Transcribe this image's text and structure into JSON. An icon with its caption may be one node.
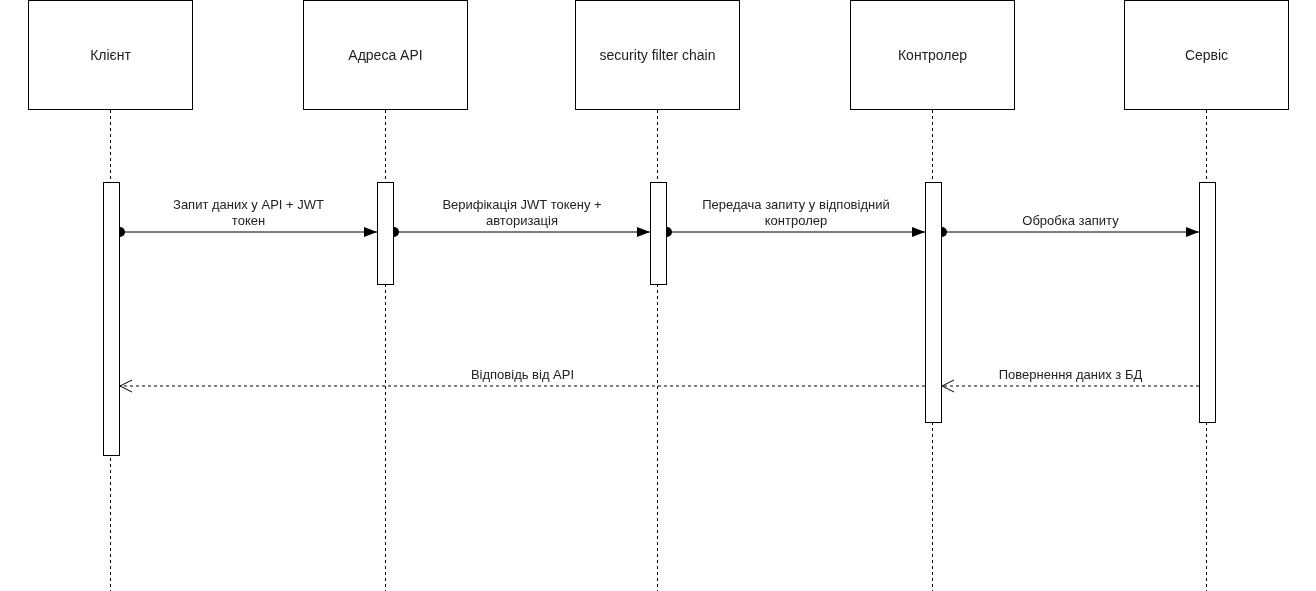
{
  "diagram": {
    "nodes": [
      {
        "text": [
          "Клієнт"
        ]
      },
      {
        "text": [
          "Адреса API"
        ]
      },
      {
        "text": [
          "security filter chain"
        ]
      },
      {
        "text": [
          "Контролер"
        ]
      },
      {
        "text": [
          "Сервіс"
        ]
      },
      {
        "text": [],
        "shape": "bar"
      },
      {
        "text": [],
        "shape": "bar"
      },
      {
        "text": [],
        "shape": "bar"
      },
      {
        "text": [],
        "shape": "bar"
      },
      {
        "text": [],
        "shape": "bar"
      }
    ],
    "edges": [
      {
        "from": 5,
        "to": 6,
        "arrow": "to",
        "label": "Запит даних у API + JWT токен"
      },
      {
        "from": 6,
        "to": 7,
        "arrow": "to",
        "label": "Верифікація JWT токену + авторизація"
      },
      {
        "from": 7,
        "to": 8,
        "arrow": "to",
        "label": "Передача запиту у відповідний контролер"
      },
      {
        "from": 8,
        "to": 9,
        "arrow": "to",
        "label": "Обробка запиту"
      },
      {
        "from": 9,
        "to": 8,
        "arrow": "to",
        "label": "Повернення даних з БД",
        "style": "dashed"
      },
      {
        "from": 8,
        "to": 5,
        "arrow": "to",
        "label": "Відповідь від API",
        "style": "dashed"
      }
    ]
  }
}
